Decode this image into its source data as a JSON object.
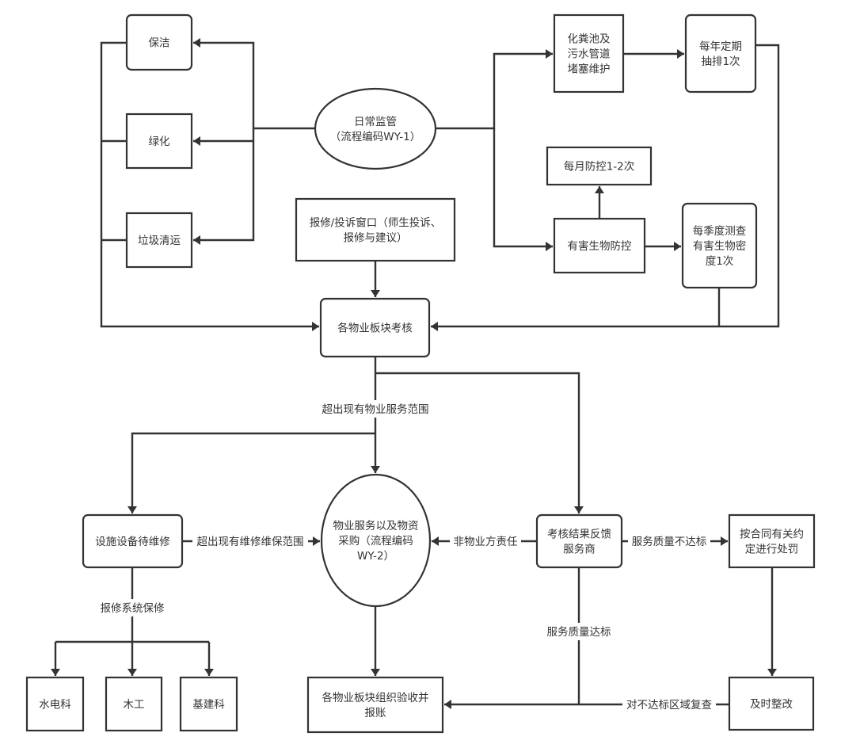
{
  "diagram": {
    "title": "物业管理工作流程",
    "colors": {
      "stroke": "#333333",
      "fill": "#ffffff",
      "text": "#333333"
    },
    "nodes": [
      {
        "id": "daily",
        "shape": "ellipse",
        "lines": [
          "日常监管",
          "（流程编码WY-1）"
        ]
      },
      {
        "id": "cleaning",
        "shape": "rounded",
        "lines": [
          "保洁"
        ]
      },
      {
        "id": "greening",
        "shape": "rect",
        "lines": [
          "绿化"
        ]
      },
      {
        "id": "garbage",
        "shape": "rect",
        "lines": [
          "垃圾清运"
        ]
      },
      {
        "id": "septic",
        "shape": "rect",
        "lines": [
          "化粪池及",
          "污水管道",
          "堵塞维护"
        ]
      },
      {
        "id": "yearly",
        "shape": "rounded",
        "lines": [
          "每年定期",
          "抽排1次"
        ]
      },
      {
        "id": "monthly",
        "shape": "rect",
        "lines": [
          "每月防控1-2次"
        ]
      },
      {
        "id": "pest",
        "shape": "rect",
        "lines": [
          "有害生物防控"
        ]
      },
      {
        "id": "quarterly",
        "shape": "rounded",
        "lines": [
          "每季度测查",
          "有害生物密",
          "度1次"
        ]
      },
      {
        "id": "report",
        "shape": "rect",
        "lines": [
          "报修/投诉窗口（师生投诉、",
          "报修与建议）"
        ]
      },
      {
        "id": "assess",
        "shape": "rounded",
        "lines": [
          "各物业板块考核"
        ]
      },
      {
        "id": "facility",
        "shape": "rounded",
        "lines": [
          "设施设备待维修"
        ]
      },
      {
        "id": "procure",
        "shape": "ellipse",
        "lines": [
          "物业服务以及物资",
          "采购（流程编码",
          "WY-2）"
        ]
      },
      {
        "id": "feedback",
        "shape": "rounded",
        "lines": [
          "考核结果反馈",
          "服务商"
        ]
      },
      {
        "id": "penalty",
        "shape": "rect",
        "lines": [
          "按合同有关约",
          "定进行处罚"
        ]
      },
      {
        "id": "plumbing",
        "shape": "rect",
        "lines": [
          "水电科"
        ]
      },
      {
        "id": "carpentry",
        "shape": "rect",
        "lines": [
          "木工"
        ]
      },
      {
        "id": "construction",
        "shape": "rect",
        "lines": [
          "基建科"
        ]
      },
      {
        "id": "accept",
        "shape": "rect",
        "lines": [
          "各物业板块组织验收并",
          "报账"
        ]
      },
      {
        "id": "rectify",
        "shape": "rect",
        "lines": [
          "及时整改"
        ]
      }
    ],
    "edges": [
      {
        "id": "daily-to-cleaning",
        "from": "daily",
        "to": "cleaning",
        "label": ""
      },
      {
        "id": "daily-to-greening",
        "from": "daily",
        "to": "greening",
        "label": ""
      },
      {
        "id": "daily-to-garbage",
        "from": "daily",
        "to": "garbage",
        "label": ""
      },
      {
        "id": "daily-to-septic",
        "from": "daily",
        "to": "septic",
        "label": ""
      },
      {
        "id": "daily-to-pest",
        "from": "daily",
        "to": "pest",
        "label": ""
      },
      {
        "id": "septic-to-yearly",
        "from": "septic",
        "to": "yearly",
        "label": ""
      },
      {
        "id": "pest-to-monthly",
        "from": "pest",
        "to": "monthly",
        "label": ""
      },
      {
        "id": "pest-to-quarterly",
        "from": "pest",
        "to": "quarterly",
        "label": ""
      },
      {
        "id": "left-group-to-assess",
        "from": "cleaning",
        "to": "assess",
        "label": ""
      },
      {
        "id": "report-to-assess",
        "from": "report",
        "to": "assess",
        "label": ""
      },
      {
        "id": "right-group-to-assess",
        "from": "yearly",
        "to": "assess",
        "label": ""
      },
      {
        "id": "assess-to-facility",
        "from": "assess",
        "to": "facility",
        "label": ""
      },
      {
        "id": "assess-to-procure",
        "from": "assess",
        "to": "procure",
        "label": "超出现有物业服务范围"
      },
      {
        "id": "assess-to-feedback",
        "from": "assess",
        "to": "feedback",
        "label": ""
      },
      {
        "id": "facility-to-procure",
        "from": "facility",
        "to": "procure",
        "label": "超出现有维修维保范围"
      },
      {
        "id": "facility-to-depts",
        "from": "facility",
        "to": "carpentry",
        "label": "报修系统保修"
      },
      {
        "id": "feedback-to-procure",
        "from": "feedback",
        "to": "procure",
        "label": "非物业方责任"
      },
      {
        "id": "feedback-to-penalty",
        "from": "feedback",
        "to": "penalty",
        "label": "服务质量不达标"
      },
      {
        "id": "feedback-to-accept",
        "from": "feedback",
        "to": "accept",
        "label": "服务质量达标"
      },
      {
        "id": "penalty-to-rectify",
        "from": "penalty",
        "to": "rectify",
        "label": ""
      },
      {
        "id": "rectify-to-accept",
        "from": "rectify",
        "to": "accept",
        "label": "对不达标区域复查"
      },
      {
        "id": "procure-to-accept",
        "from": "procure",
        "to": "accept",
        "label": ""
      }
    ]
  }
}
